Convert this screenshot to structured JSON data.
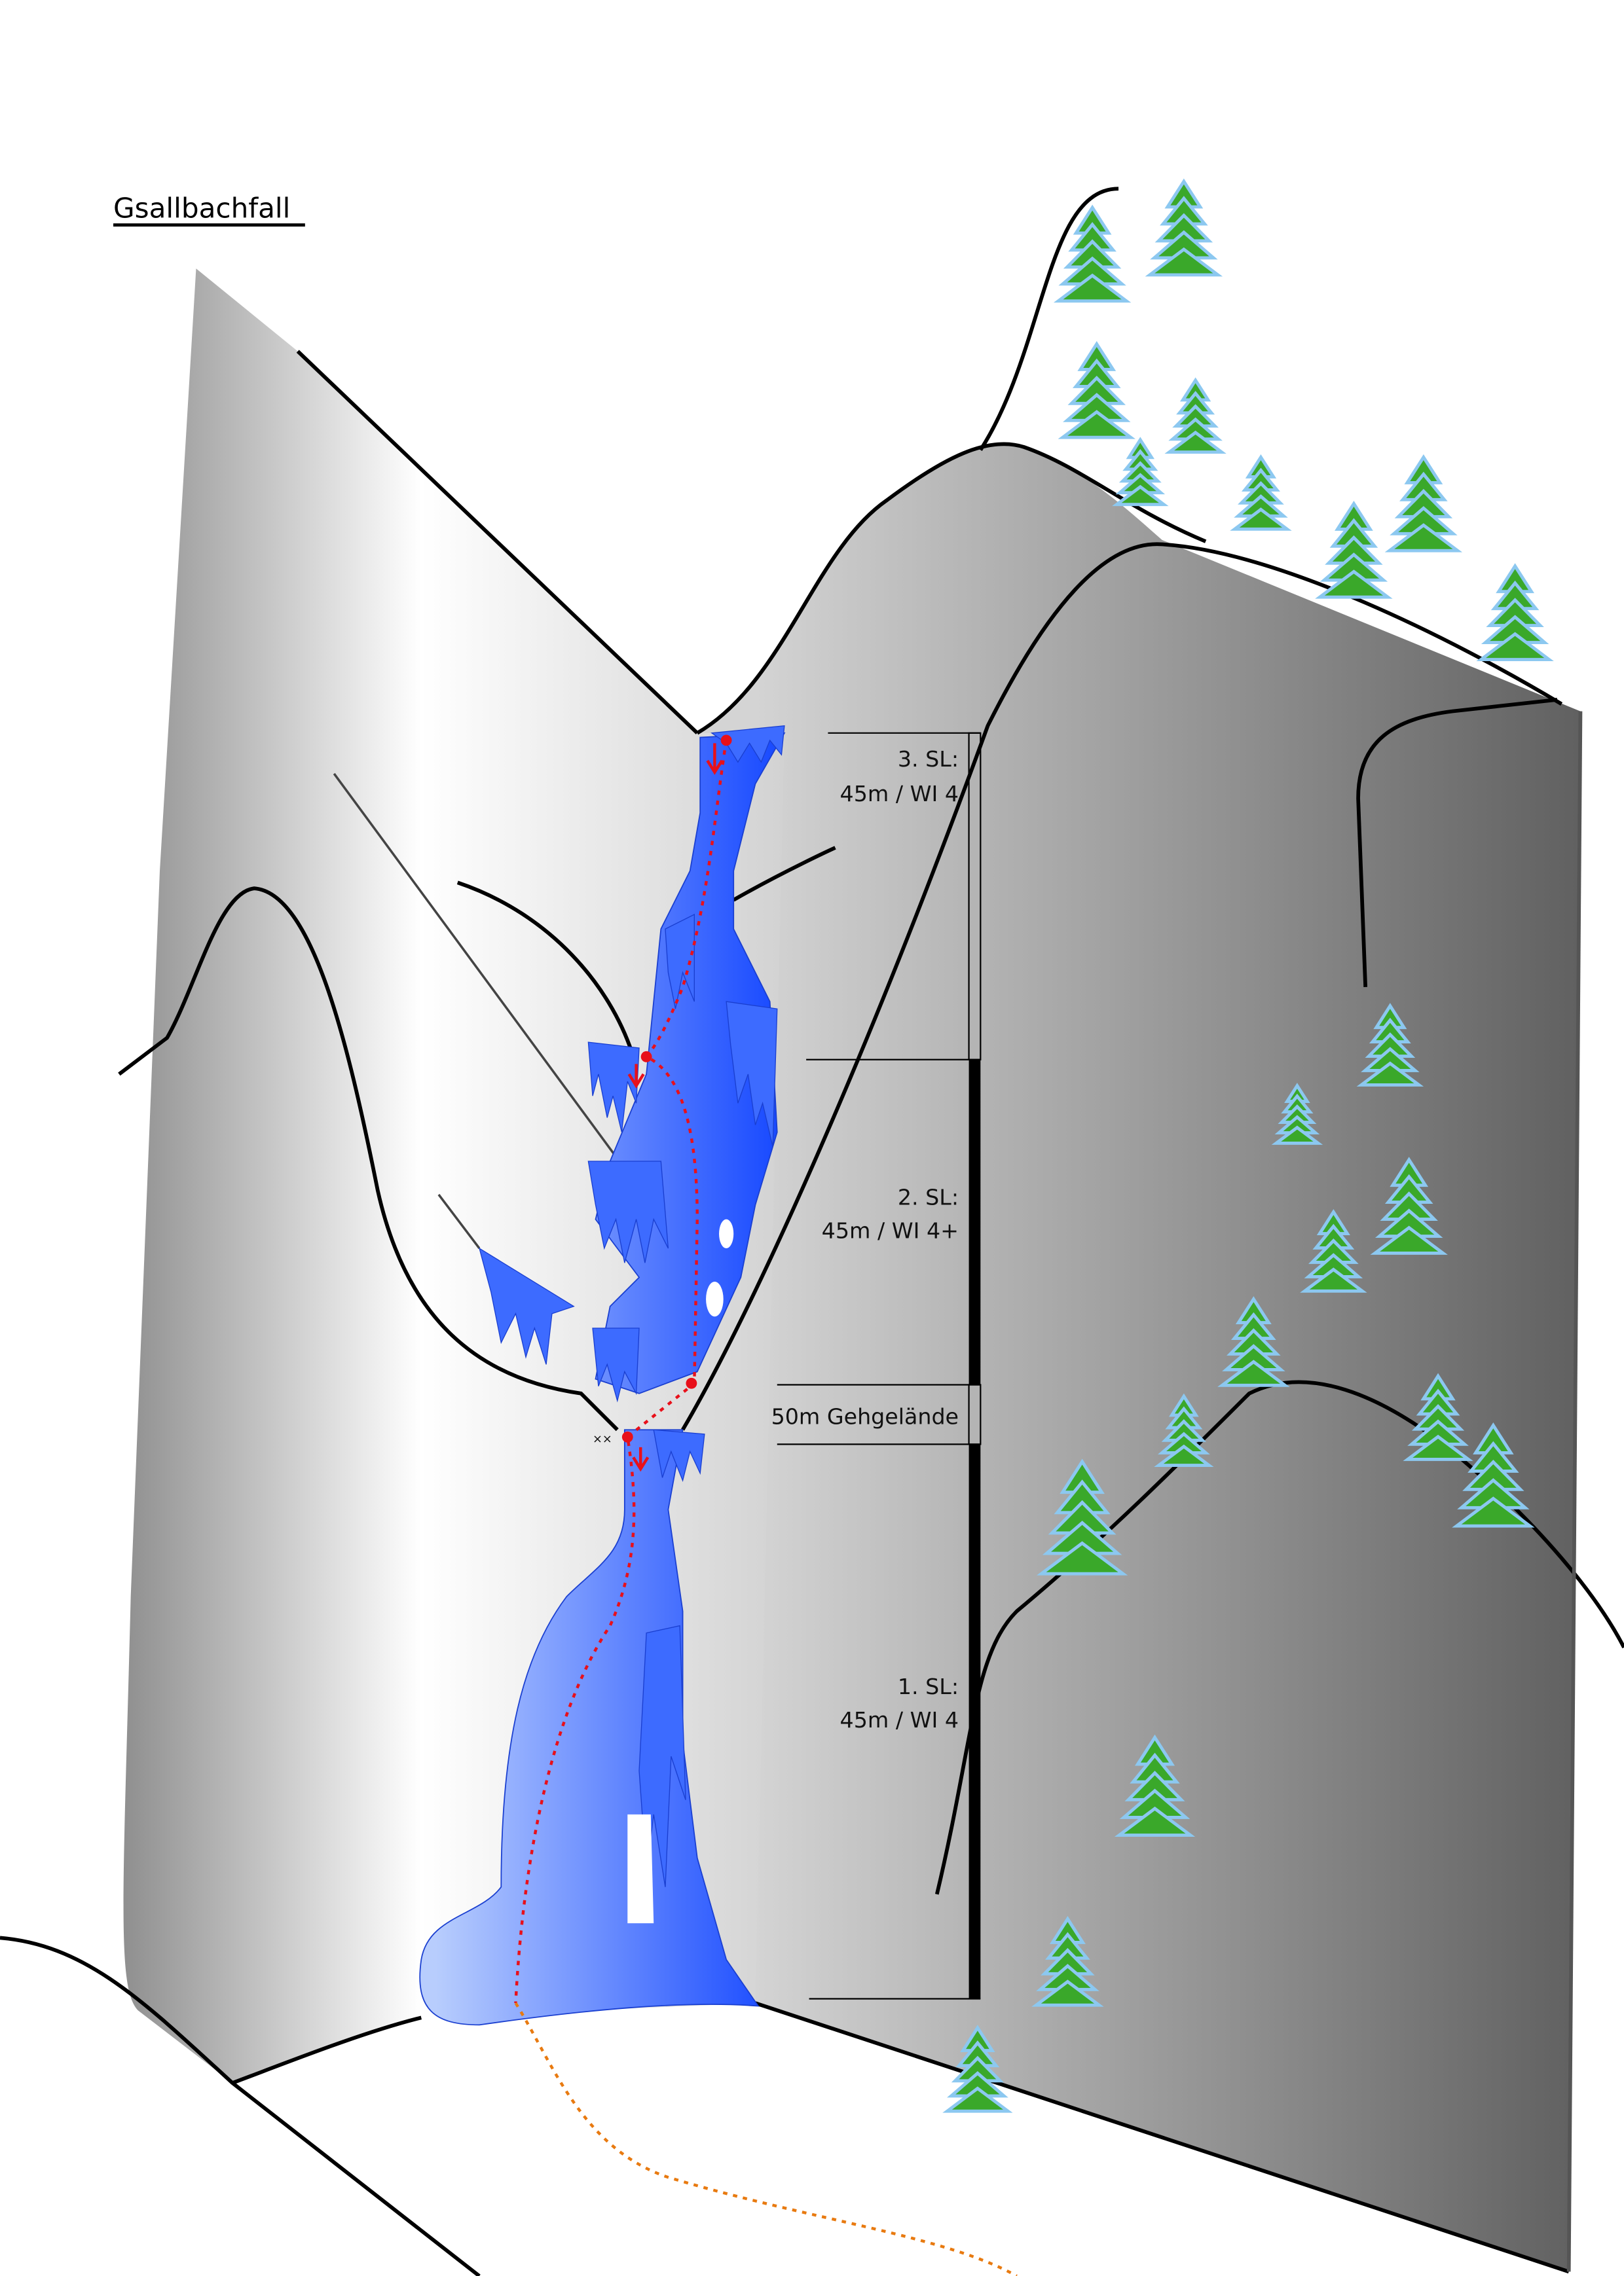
{
  "title": "Gsallbachfall",
  "pitches": [
    {
      "name": "3. SL:",
      "detail": "45m / WI 4"
    },
    {
      "name": "2. SL:",
      "detail": "45m / WI 4+"
    },
    {
      "approach": "50m Gehgelände"
    },
    {
      "name": "1. SL:",
      "detail": "45m / WI 4"
    }
  ],
  "anchor_marker": "××",
  "colors": {
    "route": "#e8101a",
    "approach_path": "#e87a10",
    "ice_light": "#b8cdfd",
    "ice_dark": "#1547ff",
    "tree_green": "#3aa82a",
    "tree_snow": "#8cc8f0"
  }
}
